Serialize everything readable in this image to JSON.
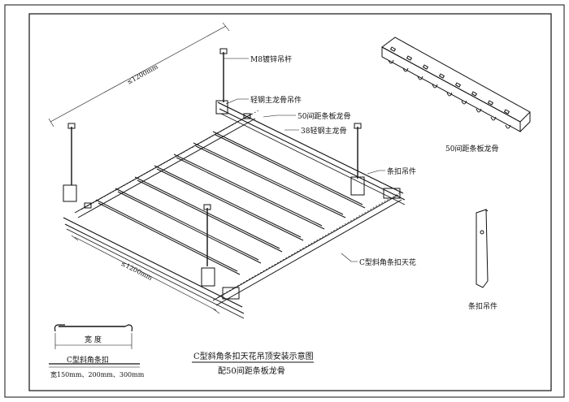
{
  "labels": {
    "m8_rod": "M8镀锌吊杆",
    "main_keel_hanger": "轻钢主龙骨吊件",
    "keel_50": "50间距条板龙骨",
    "main_keel_38": "38轻钢主龙骨",
    "strip_hanger": "条扣吊件",
    "c_panel": "C型斜角条扣天花",
    "keel_50_detail": "50间距条板龙骨",
    "hanger_detail": "条扣吊件"
  },
  "dimensions": {
    "top_span": "≤1200mm",
    "bottom_span": "≤1200mm"
  },
  "section": {
    "width_label": "宽 度",
    "name": "C型斜角条扣",
    "sizes": "宽150mm、200mm、300mm"
  },
  "title": {
    "main": "C型斜角条扣天花吊顶安装示意图",
    "sub": "配50间距条板龙骨"
  }
}
